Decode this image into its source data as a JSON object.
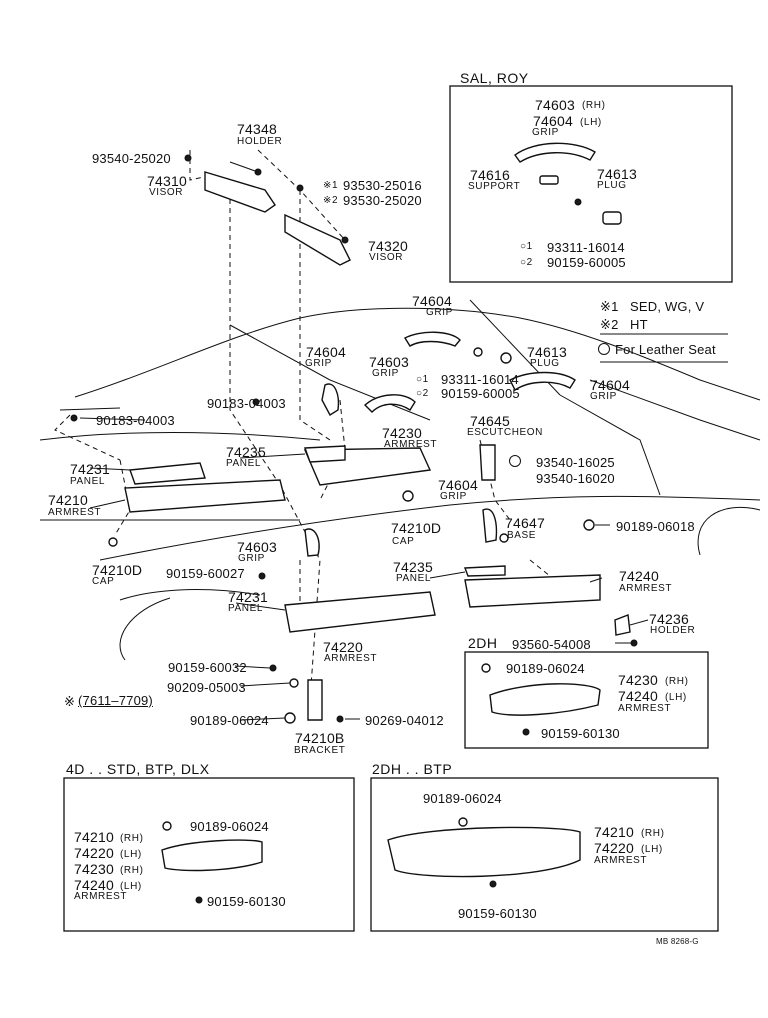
{
  "labels": {
    "sal_roy": "SAL, ROY",
    "p74603_rh": "74603",
    "rh": "(RH)",
    "p74604_lh": "74604",
    "lh": "(LH)",
    "grip": "GRIP",
    "p74616": "74616",
    "support": "SUPPORT",
    "p74613": "74613",
    "plug": "PLUG",
    "b_93311_16014": "93311-16014",
    "b_90159_60005": "90159-60005",
    "p74348": "74348",
    "holder": "HOLDER",
    "s_93540_25020": "93540-25020",
    "p74310": "74310",
    "visor": "VISOR",
    "s_93530_25016": "93530-25016",
    "s_93530_25020": "93530-25020",
    "p74320": "74320",
    "legend_1": "SED, WG, V",
    "legend_2": "HT",
    "legend_leather": "For Leather Seat",
    "p74604": "74604",
    "p74603": "74603",
    "s_90183_04003": "90183-04003",
    "p74645": "74645",
    "escutcheon": "ESCUTCHEON",
    "p74230": "74230",
    "armrest": "ARMREST",
    "p74235": "74235",
    "panel": "PANEL",
    "p74231": "74231",
    "p74210": "74210",
    "s_93540_16025": "93540-16025",
    "s_93540_16020": "93540-16020",
    "p74210d": "74210D",
    "cap": "CAP",
    "s_90189_06018": "90189-06018",
    "p74647": "74647",
    "base": "BASE",
    "s_90159_60027": "90159-60027",
    "p74240": "74240",
    "p74236": "74236",
    "s_93560_54008": "93560-54008",
    "p74220": "74220",
    "s_90159_60032": "90159-60032",
    "s_90209_05003": "90209-05003",
    "s_90189_06024": "90189-06024",
    "s_90269_04012": "90269-04012",
    "p74210b": "74210B",
    "bracket": "BRACKET",
    "range_note": "(7611–7709)",
    "dh2": "2DH",
    "s_90159_60130": "90159-60130",
    "hdr_4d": "4D . . STD, BTP, DLX",
    "hdr_2dh_btp": "2DH . . BTP",
    "mark_1": "※1",
    "mark_2": "※2",
    "mark_3": "※",
    "code_1": "1",
    "code_2": "2",
    "mark_circle1": "○1",
    "mark_circle2": "○2",
    "footer_code": "MB 8268-G"
  }
}
